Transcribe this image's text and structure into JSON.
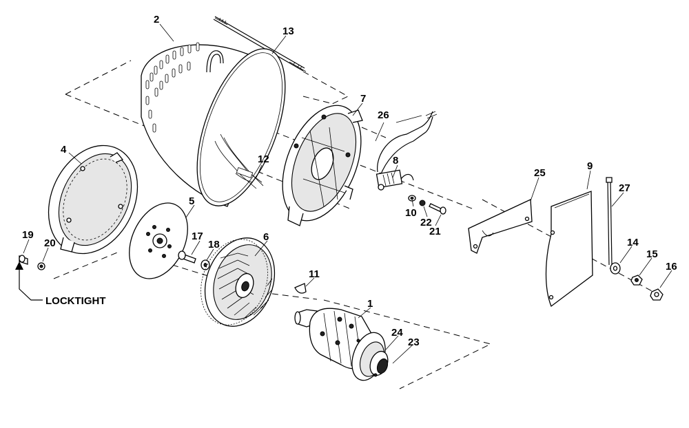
{
  "diagram": {
    "part_labels": {
      "p1": "1",
      "p2": "2",
      "p4": "4",
      "p5": "5",
      "p6": "6",
      "p7": "7",
      "p8": "8",
      "p9": "9",
      "p10": "10",
      "p11": "11",
      "p12": "12",
      "p13": "13",
      "p14": "14",
      "p15": "15",
      "p16": "16",
      "p17": "17",
      "p18": "18",
      "p19": "19",
      "p20": "20",
      "p21": "21",
      "p22": "22",
      "p23": "23",
      "p24": "24",
      "p25": "25",
      "p26": "26",
      "p27": "27"
    },
    "note": "LOCKTIGHT"
  }
}
